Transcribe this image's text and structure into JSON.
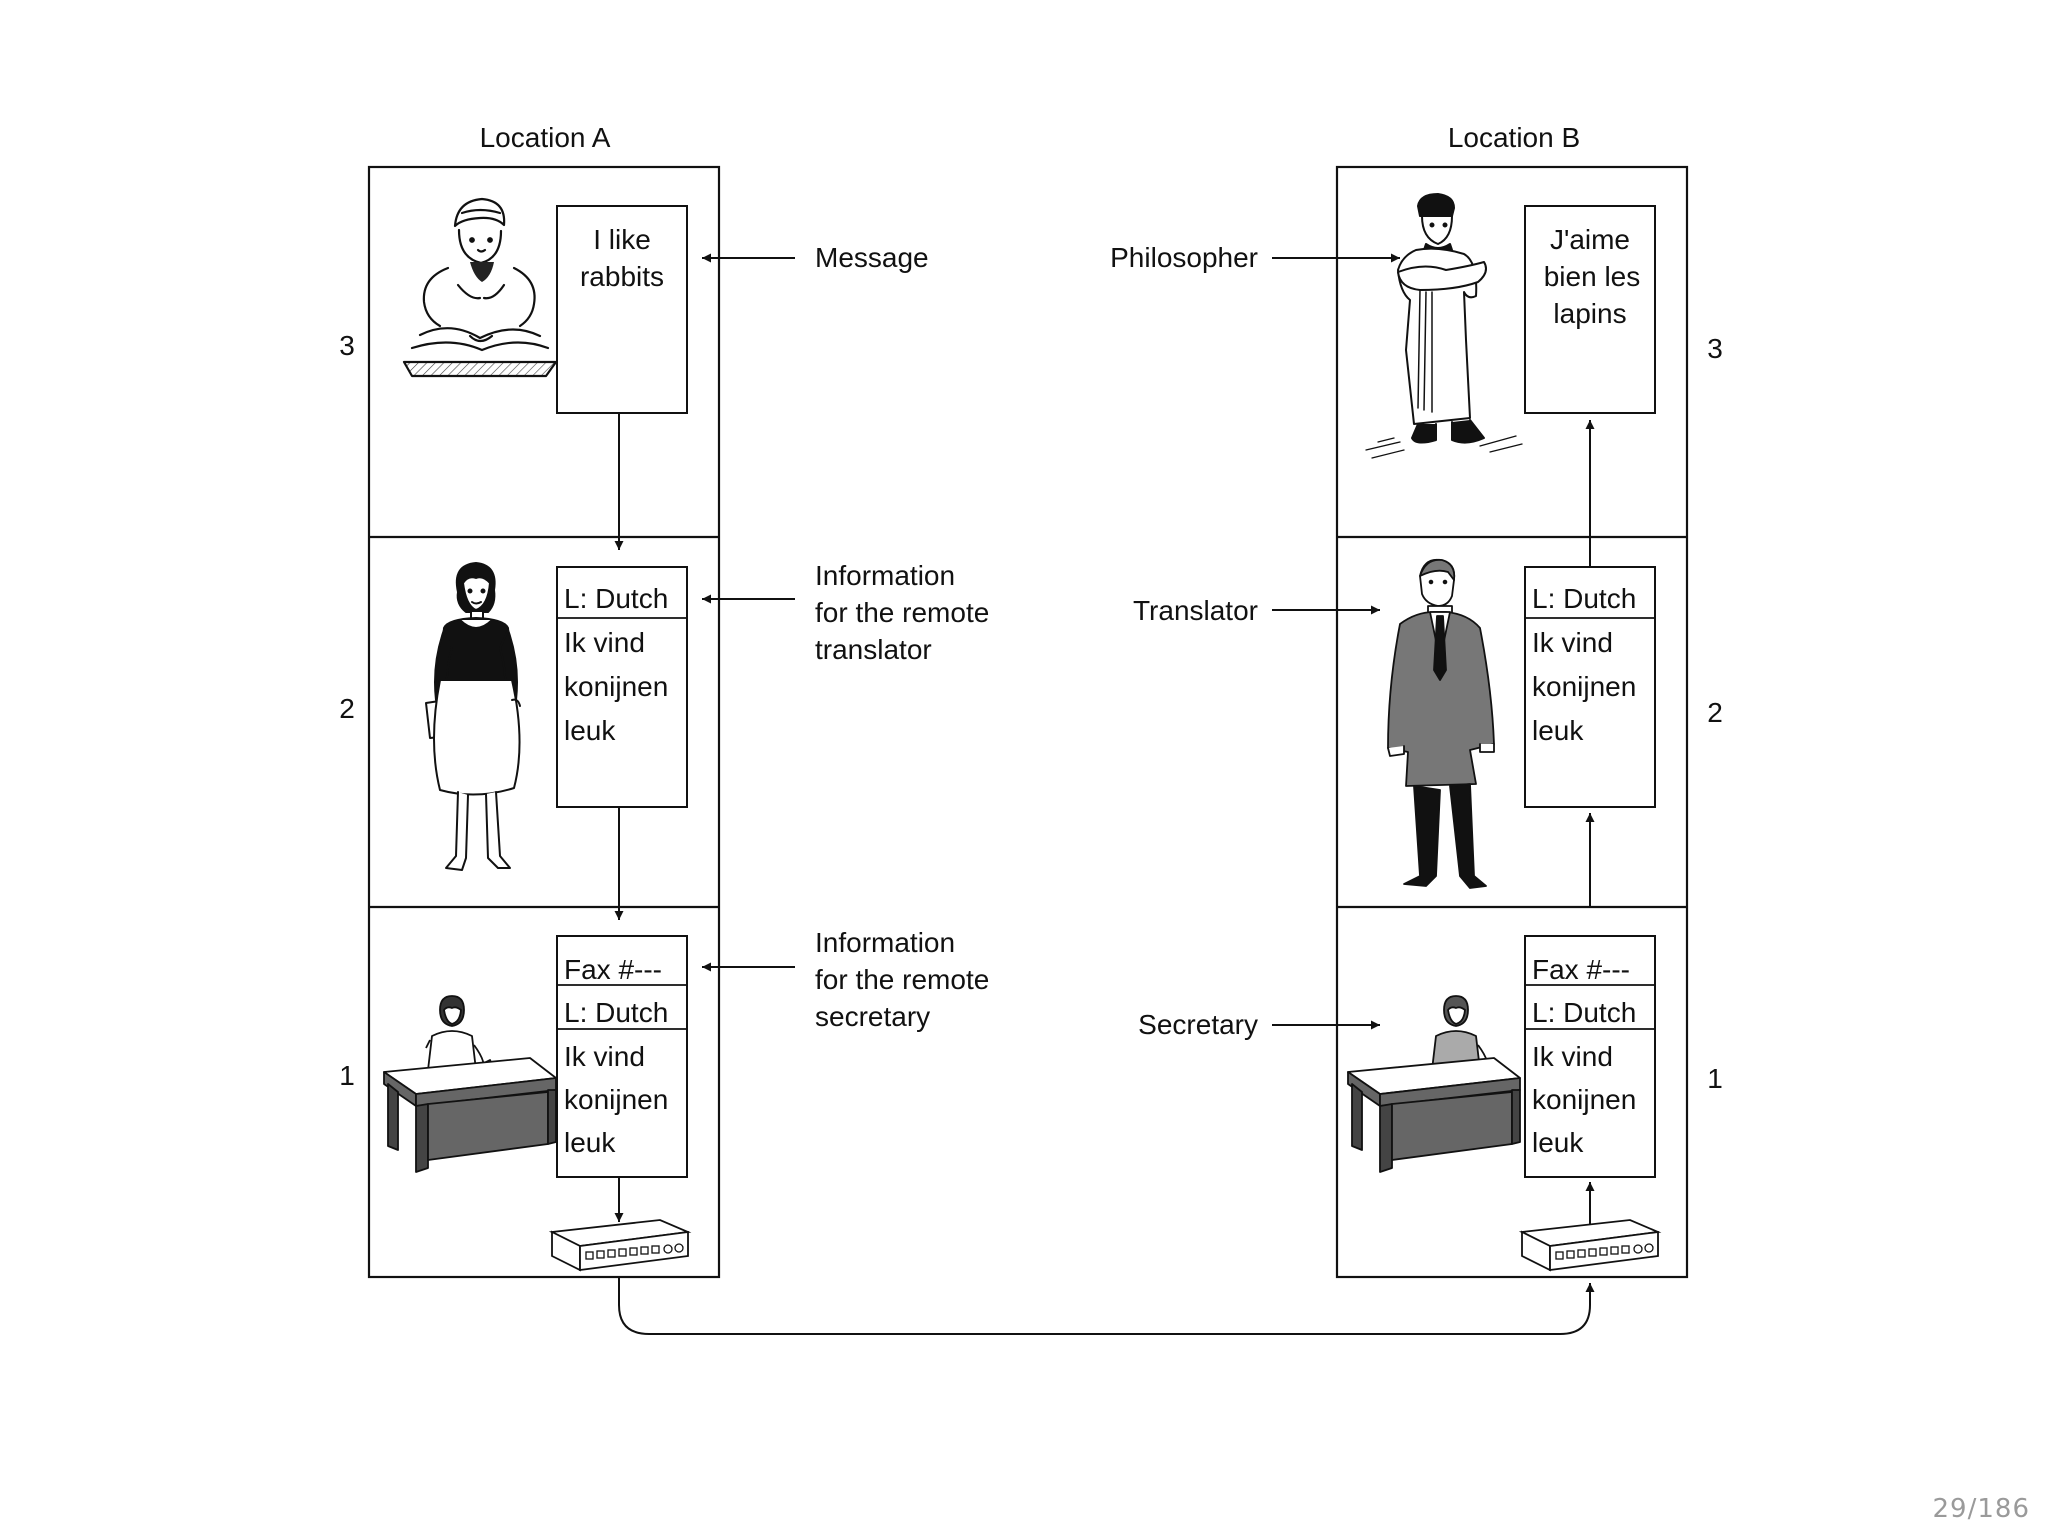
{
  "locations": {
    "a": "Location A",
    "b": "Location B"
  },
  "layer_numbers": [
    "1",
    "2",
    "3"
  ],
  "middle_labels": {
    "message": "Message",
    "info_translator": [
      "Information",
      "for the remote",
      "translator"
    ],
    "info_secretary": [
      "Information",
      "for the remote",
      "secretary"
    ]
  },
  "right_labels": {
    "philosopher": "Philosopher",
    "translator": "Translator",
    "secretary": "Secretary"
  },
  "boxes": {
    "a3": [
      "I like",
      "rabbits"
    ],
    "b3": [
      "J'aime",
      "bien les",
      "lapins"
    ],
    "a2_header": "L: Dutch",
    "a2_body": [
      "Ik vind",
      "konijnen",
      "leuk"
    ],
    "b2_header": "L: Dutch",
    "b2_body": [
      "Ik vind",
      "konijnen",
      "leuk"
    ],
    "a1_fax": "Fax #---",
    "a1_lang": "L: Dutch",
    "a1_body": [
      "Ik vind",
      "konijnen",
      "leuk"
    ],
    "b1_fax": "Fax #---",
    "b1_lang": "L: Dutch",
    "b1_body": [
      "Ik vind",
      "konijnen",
      "leuk"
    ]
  },
  "page_number": "29/186"
}
